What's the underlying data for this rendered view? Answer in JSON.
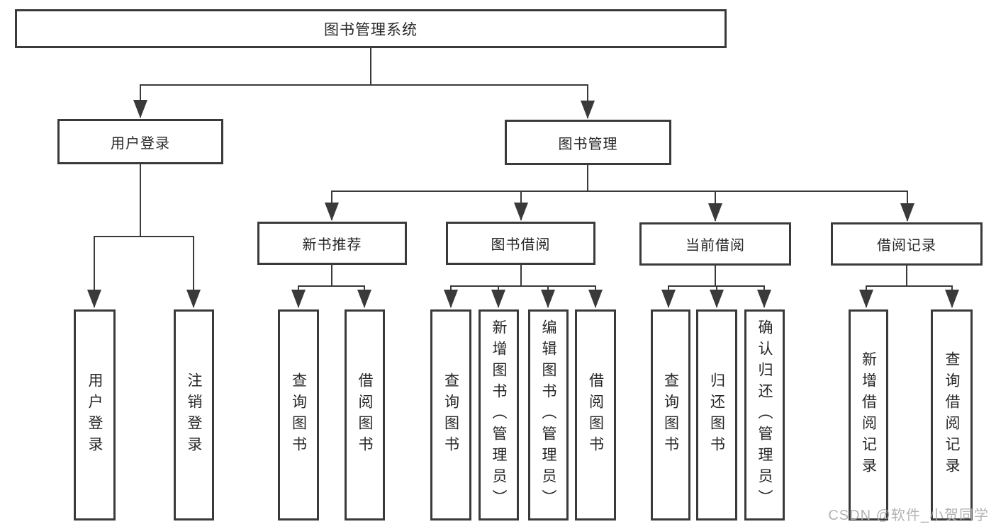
{
  "nodes": {
    "root": "图书管理系统",
    "user_login": "用户登录",
    "book_management": "图书管理",
    "new_book_rec": "新书推荐",
    "book_borrow": "图书借阅",
    "current_borrow": "当前借阅",
    "borrow_record": "借阅记录"
  },
  "leaves": {
    "user_login": [
      "用户登录",
      "注销登录"
    ],
    "new_book_rec": [
      "查询图书",
      "借阅图书"
    ],
    "book_borrow": [
      "查询图书",
      "新增图书（管理员）",
      "编辑图书（管理员）",
      "借阅图书"
    ],
    "current_borrow": [
      "查询图书",
      "归还图书",
      "确认归还（管理员）"
    ],
    "borrow_record": [
      "新增借阅记录",
      "查询借阅记录"
    ]
  },
  "watermark": "CSDN @软件_小贺同学",
  "colors": {
    "line": "#3a3a3a",
    "border": "#3a3a3a",
    "text": "#262626",
    "background": "#ffffff",
    "watermark": "#ababab"
  }
}
